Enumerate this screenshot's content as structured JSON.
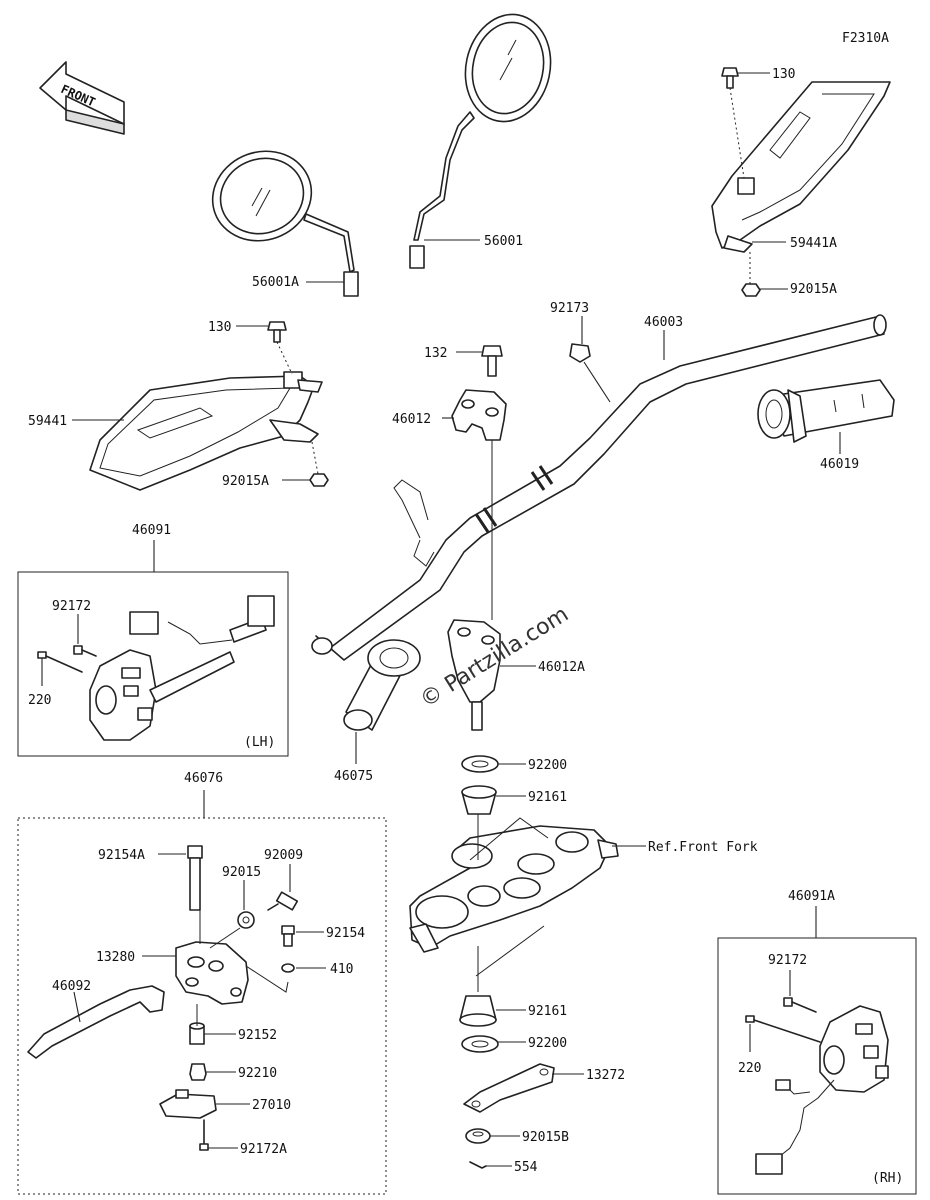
{
  "diagram": {
    "code": "F2310A",
    "front_label": "FRONT",
    "watermark": "© Partzilla.com",
    "box_lh_label": "(LH)",
    "box_rh_label": "(RH)",
    "parts": {
      "p130_top": "130",
      "p59441a": "59441A",
      "p92015a_top": "92015A",
      "p56001": "56001",
      "p56001a": "56001A",
      "p130_left": "130",
      "p59441": "59441",
      "p92015a_left": "92015A",
      "p92173": "92173",
      "p46003": "46003",
      "p132": "132",
      "p46012": "46012",
      "p46019": "46019",
      "p46091": "46091",
      "p92172_lh": "92172",
      "p220_lh": "220",
      "p46075": "46075",
      "p46012a": "46012A",
      "p92200_top": "92200",
      "p92161_top": "92161",
      "ref_front_fork": "Ref.Front Fork",
      "p46076": "46076",
      "p92154a": "92154A",
      "p92009": "92009",
      "p92015": "92015",
      "p92154": "92154",
      "p13280": "13280",
      "p410": "410",
      "p46092": "46092",
      "p92152": "92152",
      "p92210": "92210",
      "p27010": "27010",
      "p92172a": "92172A",
      "p92161_bot": "92161",
      "p92200_bot": "92200",
      "p13272": "13272",
      "p92015b": "92015B",
      "p554": "554",
      "p46091a": "46091A",
      "p92172_rh": "92172",
      "p220_rh": "220"
    }
  }
}
